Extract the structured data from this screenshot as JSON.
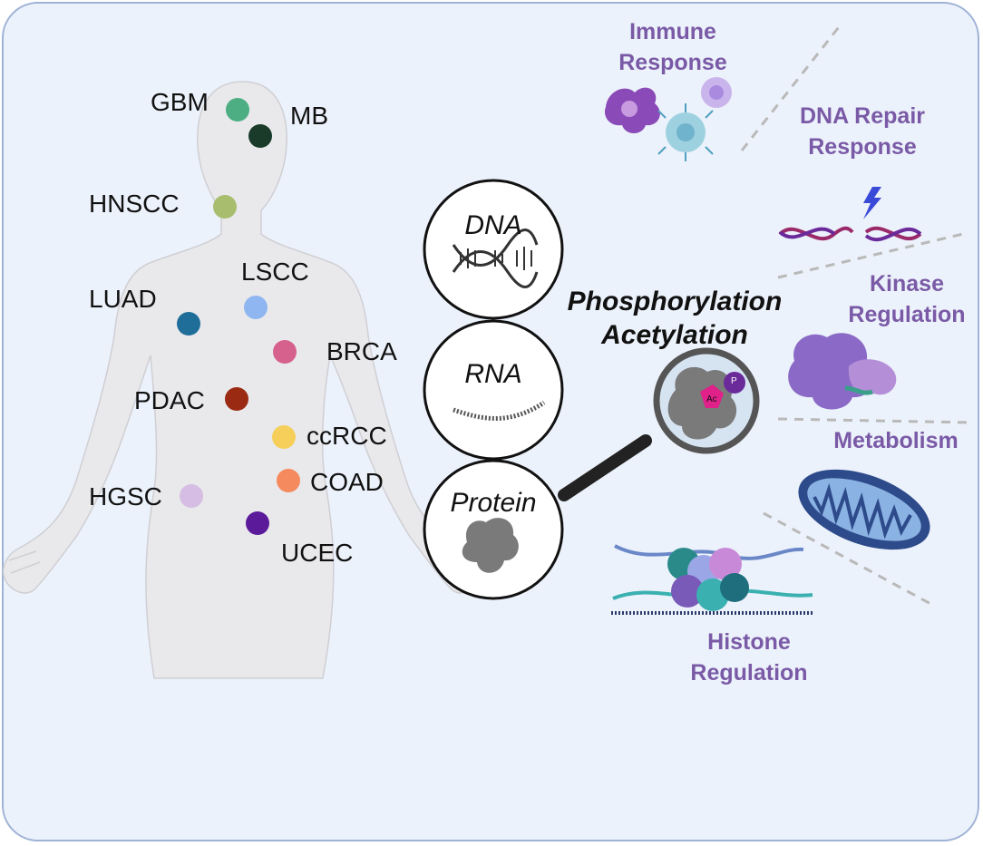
{
  "colors": {
    "background": "#ecf2fb",
    "border": "#9fb3d6",
    "body_silhouette": "#e8e8e8",
    "process_label": "#7a5aa6"
  },
  "cancer_types": [
    {
      "label": "GBM",
      "color": "#4cae82"
    },
    {
      "label": "MB",
      "color": "#1a3a2a"
    },
    {
      "label": "HNSCC",
      "color": "#a8be6e"
    },
    {
      "label": "LSCC",
      "color": "#8fb6f0"
    },
    {
      "label": "LUAD",
      "color": "#1e6e99"
    },
    {
      "label": "BRCA",
      "color": "#d6618d"
    },
    {
      "label": "PDAC",
      "color": "#9a2a12"
    },
    {
      "label": "ccRCC",
      "color": "#f5cf5a"
    },
    {
      "label": "COAD",
      "color": "#f58a5e"
    },
    {
      "label": "HGSC",
      "color": "#d5bde3"
    },
    {
      "label": "UCEC",
      "color": "#5a1a9a"
    }
  ],
  "omics": {
    "dna": "DNA",
    "rna": "RNA",
    "protein": "Protein"
  },
  "ptm": {
    "line1": "Phosphorylation",
    "line2": "Acetylation",
    "ac_tag": "Ac",
    "p_tag": "P"
  },
  "processes": {
    "immune": [
      "Immune",
      "Response"
    ],
    "dna_repair": [
      "DNA Repair",
      "Response"
    ],
    "kinase": [
      "Kinase",
      "Regulation"
    ],
    "metabolism": [
      "Metabolism"
    ],
    "histone": [
      "Histone",
      "Regulation"
    ]
  },
  "icons": [
    "immune-cells-icon",
    "dna-damage-icon",
    "kinase-icon",
    "mitochondrion-icon",
    "nucleosome-icon",
    "magnifier-icon",
    "dna-helix-icon",
    "rna-strand-icon",
    "protein-icon"
  ]
}
